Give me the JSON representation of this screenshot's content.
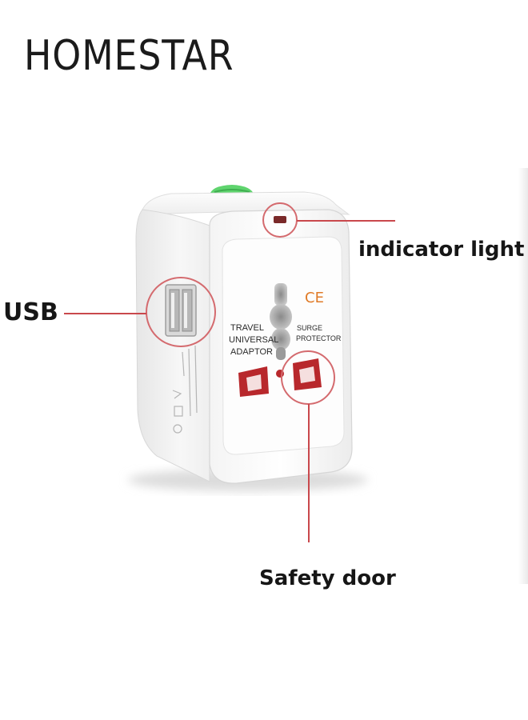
{
  "brand": {
    "name": "HOMESTAR"
  },
  "callouts": {
    "indicator": "indicator light",
    "usb": "USB",
    "safety": "Safety door"
  },
  "device_print": {
    "front_line1": "TRAVEL",
    "front_line2": "UNIVERSAL",
    "front_line3": "ADAPTOR",
    "front_right1": "SURGE",
    "front_right2": "PROTECTOR",
    "ce_mark": "CE"
  },
  "colors": {
    "accent_callout": "#c9484c",
    "indicator_green": "#5fd46e",
    "socket_red": "#b8282c",
    "body_white": "#fbfbfb"
  }
}
